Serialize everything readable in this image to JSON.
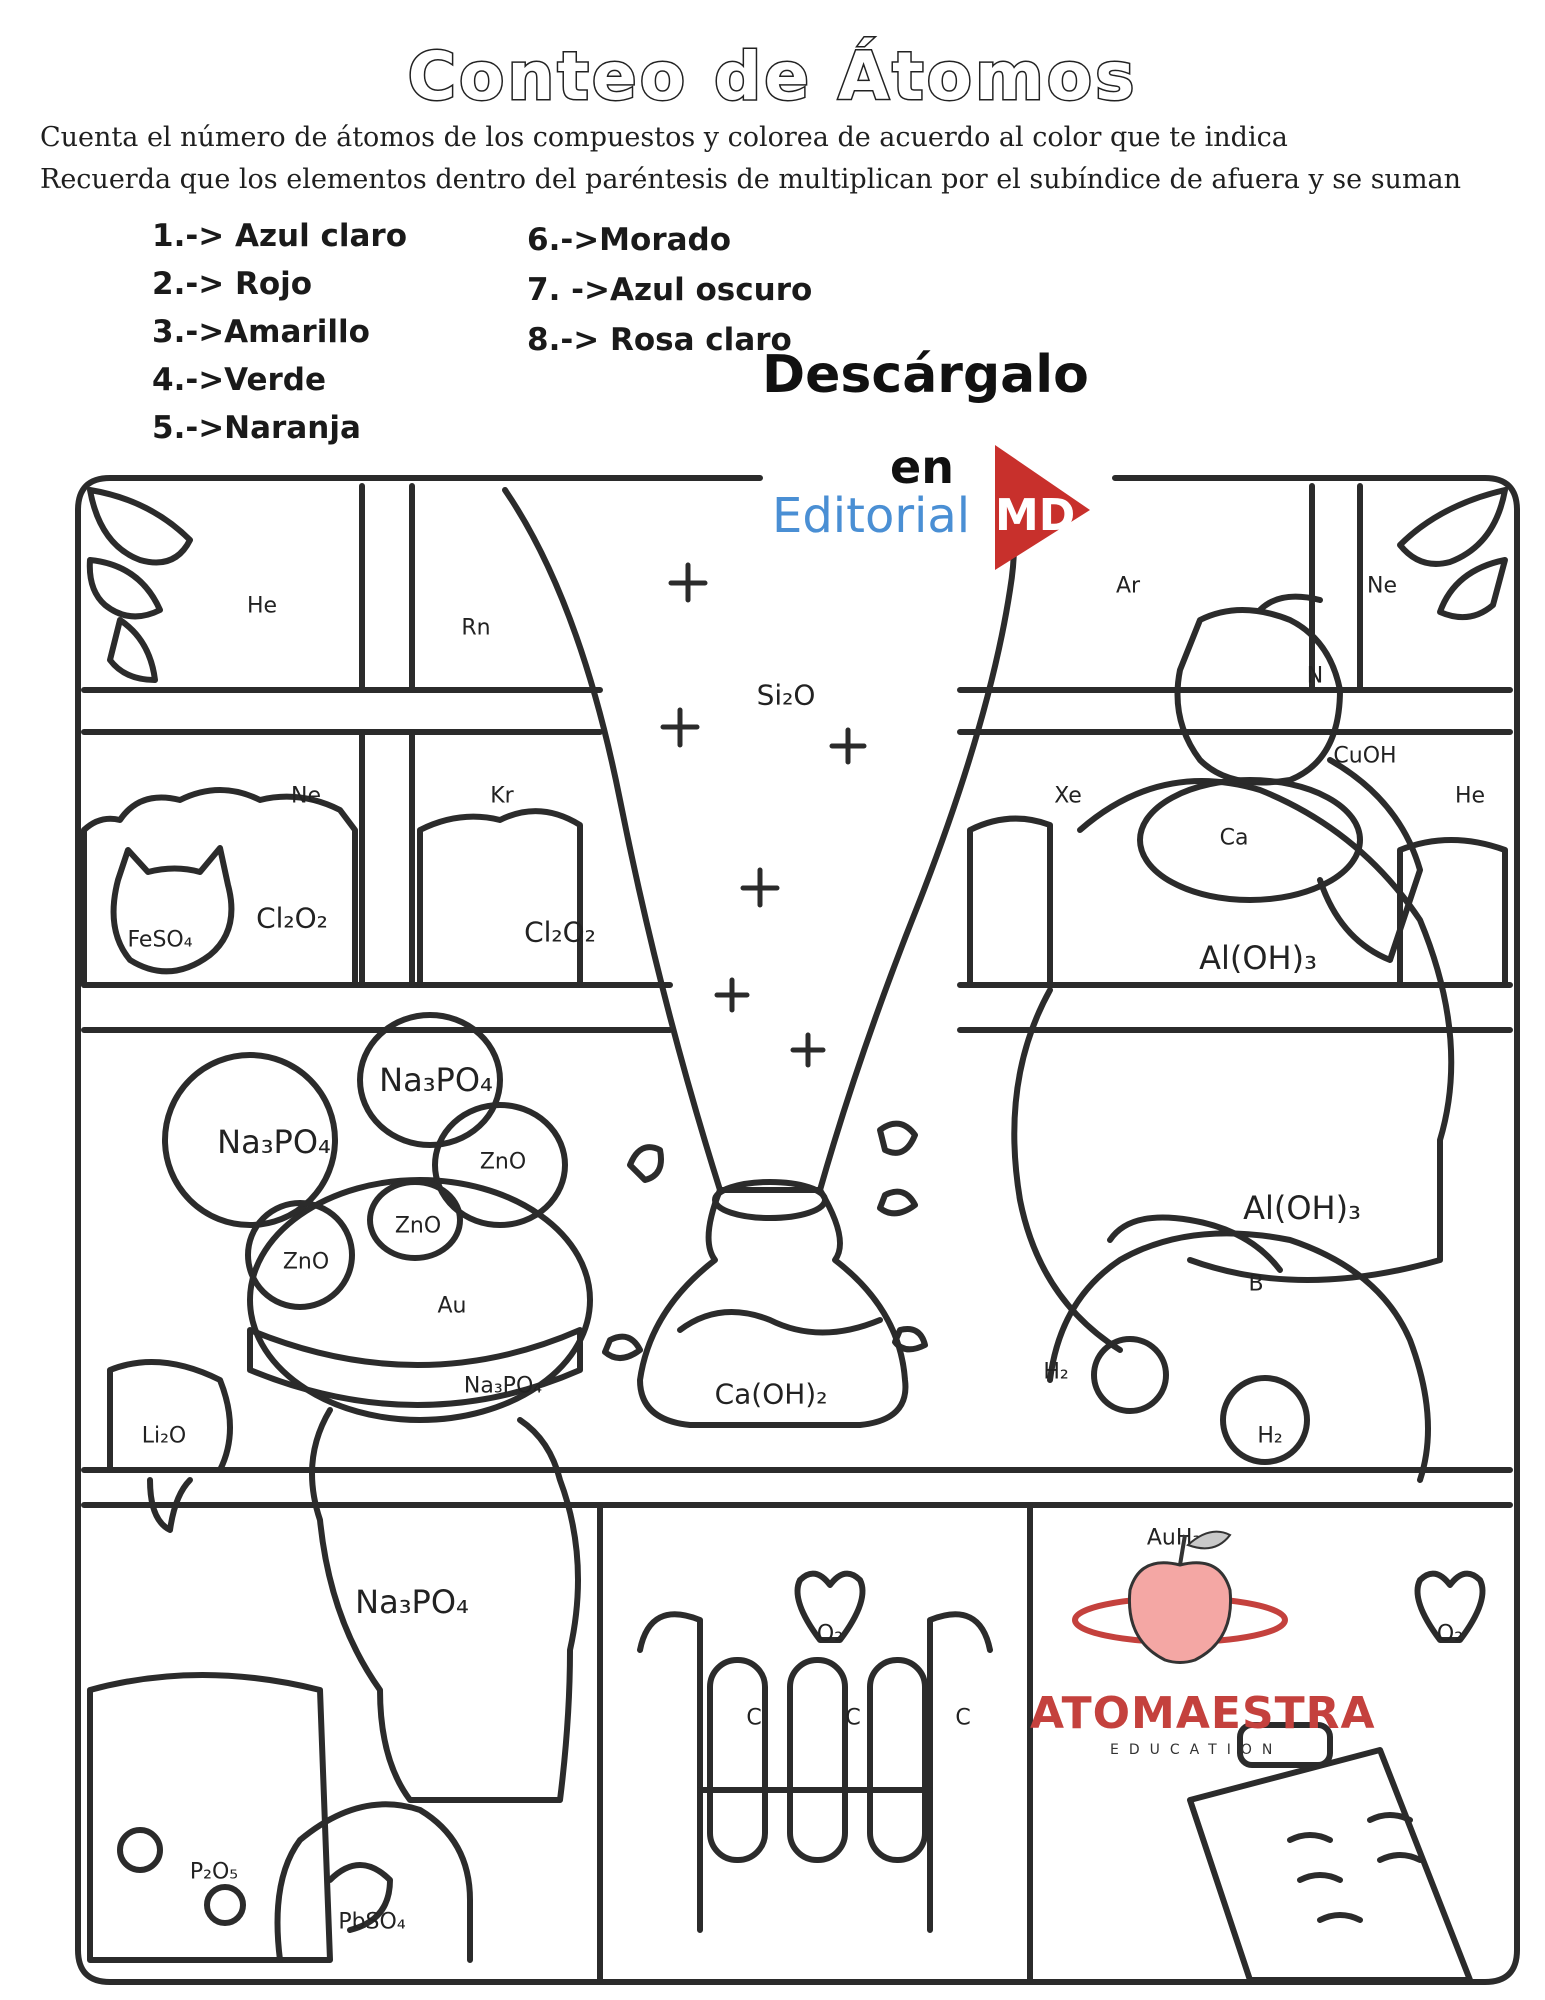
{
  "header": {
    "title": "Conteo de Átomos",
    "instruction_1": "Cuenta el número de átomos de los compuestos y colorea de acuerdo al color que te indica",
    "instruction_2": "Recuerda que los elementos dentro del paréntesis de multiplican por el subíndice de afuera y se suman"
  },
  "legend": [
    "1.-> Azul claro",
    "2.-> Rojo",
    "3.->Amarillo",
    "4.->Verde",
    "5.->Naranja",
    "6.->Morado",
    "7. ->Azul oscuro",
    "8.-> Rosa claro"
  ],
  "promo": {
    "line1": "Descárgalo",
    "line2": "en",
    "brand": "Editorial",
    "brand_mark": "MD",
    "brand_color": "#4a8fd4",
    "mark_color": "#c8302c"
  },
  "labels": {
    "he_top": "He",
    "rn": "Rn",
    "si2o": "Si₂O",
    "ar": "Ar",
    "ne_top": "Ne",
    "n": "N",
    "cuoh": "CuOH",
    "ne_mid": "Ne",
    "kr": "Kr",
    "xe": "Xe",
    "he_mid": "He",
    "ca": "Ca",
    "cl2o2_a": "Cl₂O₂",
    "cl2o2_b": "Cl₂O₂",
    "feso4": "FeSO₄",
    "aloh3_a": "Al(OH)₃",
    "na3po4_a": "Na₃PO₄",
    "na3po4_b": "Na₃PO₄",
    "zno_a": "ZnO",
    "zno_b": "ZnO",
    "zno_c": "ZnO",
    "aloh3_b": "Al(OH)₃",
    "au": "Au",
    "b": "B",
    "na3po4_c": "Na₃PO₄",
    "caoh2": "Ca(OH)₂",
    "h2_a": "H₂",
    "li2o": "Li₂O",
    "h2_b": "H₂",
    "auh3": "AuH₃",
    "na3po4_d": "Na₃PO₄",
    "o2_a": "O₂",
    "o2_b": "O₂",
    "c_a": "C",
    "c_b": "C",
    "c_c": "C",
    "p2o5": "P₂O₅",
    "pbso4": "PbSO₄"
  },
  "watermark": {
    "name": "ATOMAESTRA",
    "sub": "EDUCATION",
    "color": "#c4413d"
  }
}
